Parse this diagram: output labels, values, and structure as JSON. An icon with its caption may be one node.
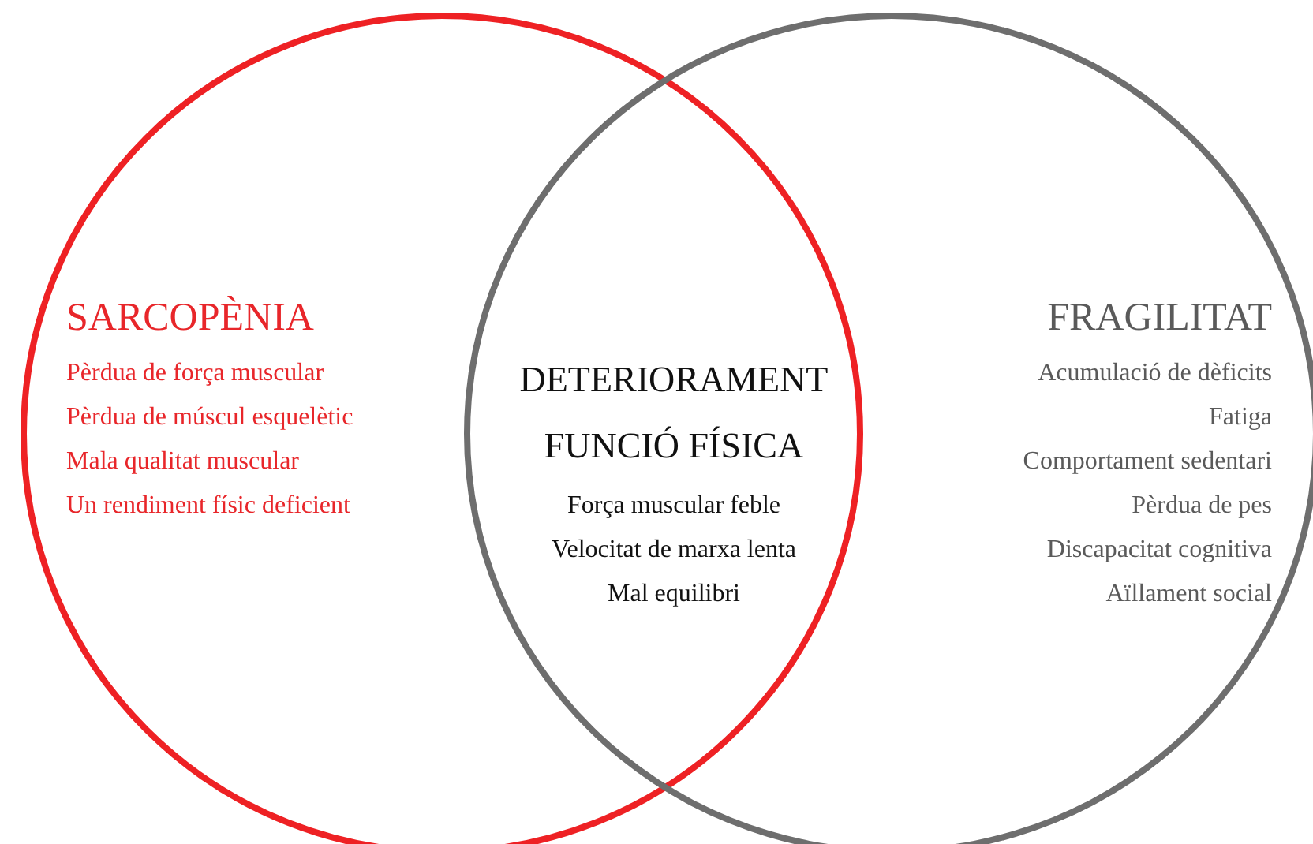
{
  "diagram": {
    "nodes": [
      {
        "text": [
          "SARCOPÈNIA",
          "Pèrdua de força muscular",
          "Pèrdua de múscul esquelètic",
          "Mala qualitat muscular",
          "Un rendiment físic deficient"
        ]
      },
      {
        "text": [
          "FRAGILITAT",
          "Acumulació de dèficits",
          "Fatiga",
          "Comportament sedentari",
          "Pèrdua de pes",
          "Discapacitat cognitiva",
          "Aïllament social"
        ]
      },
      {
        "text": [
          "DETERIORAMENT FUNCIÓ FÍSICA",
          "Força muscular feble",
          "Velocitat de marxa lenta",
          "Mal equilibri"
        ]
      }
    ],
    "edges": []
  }
}
